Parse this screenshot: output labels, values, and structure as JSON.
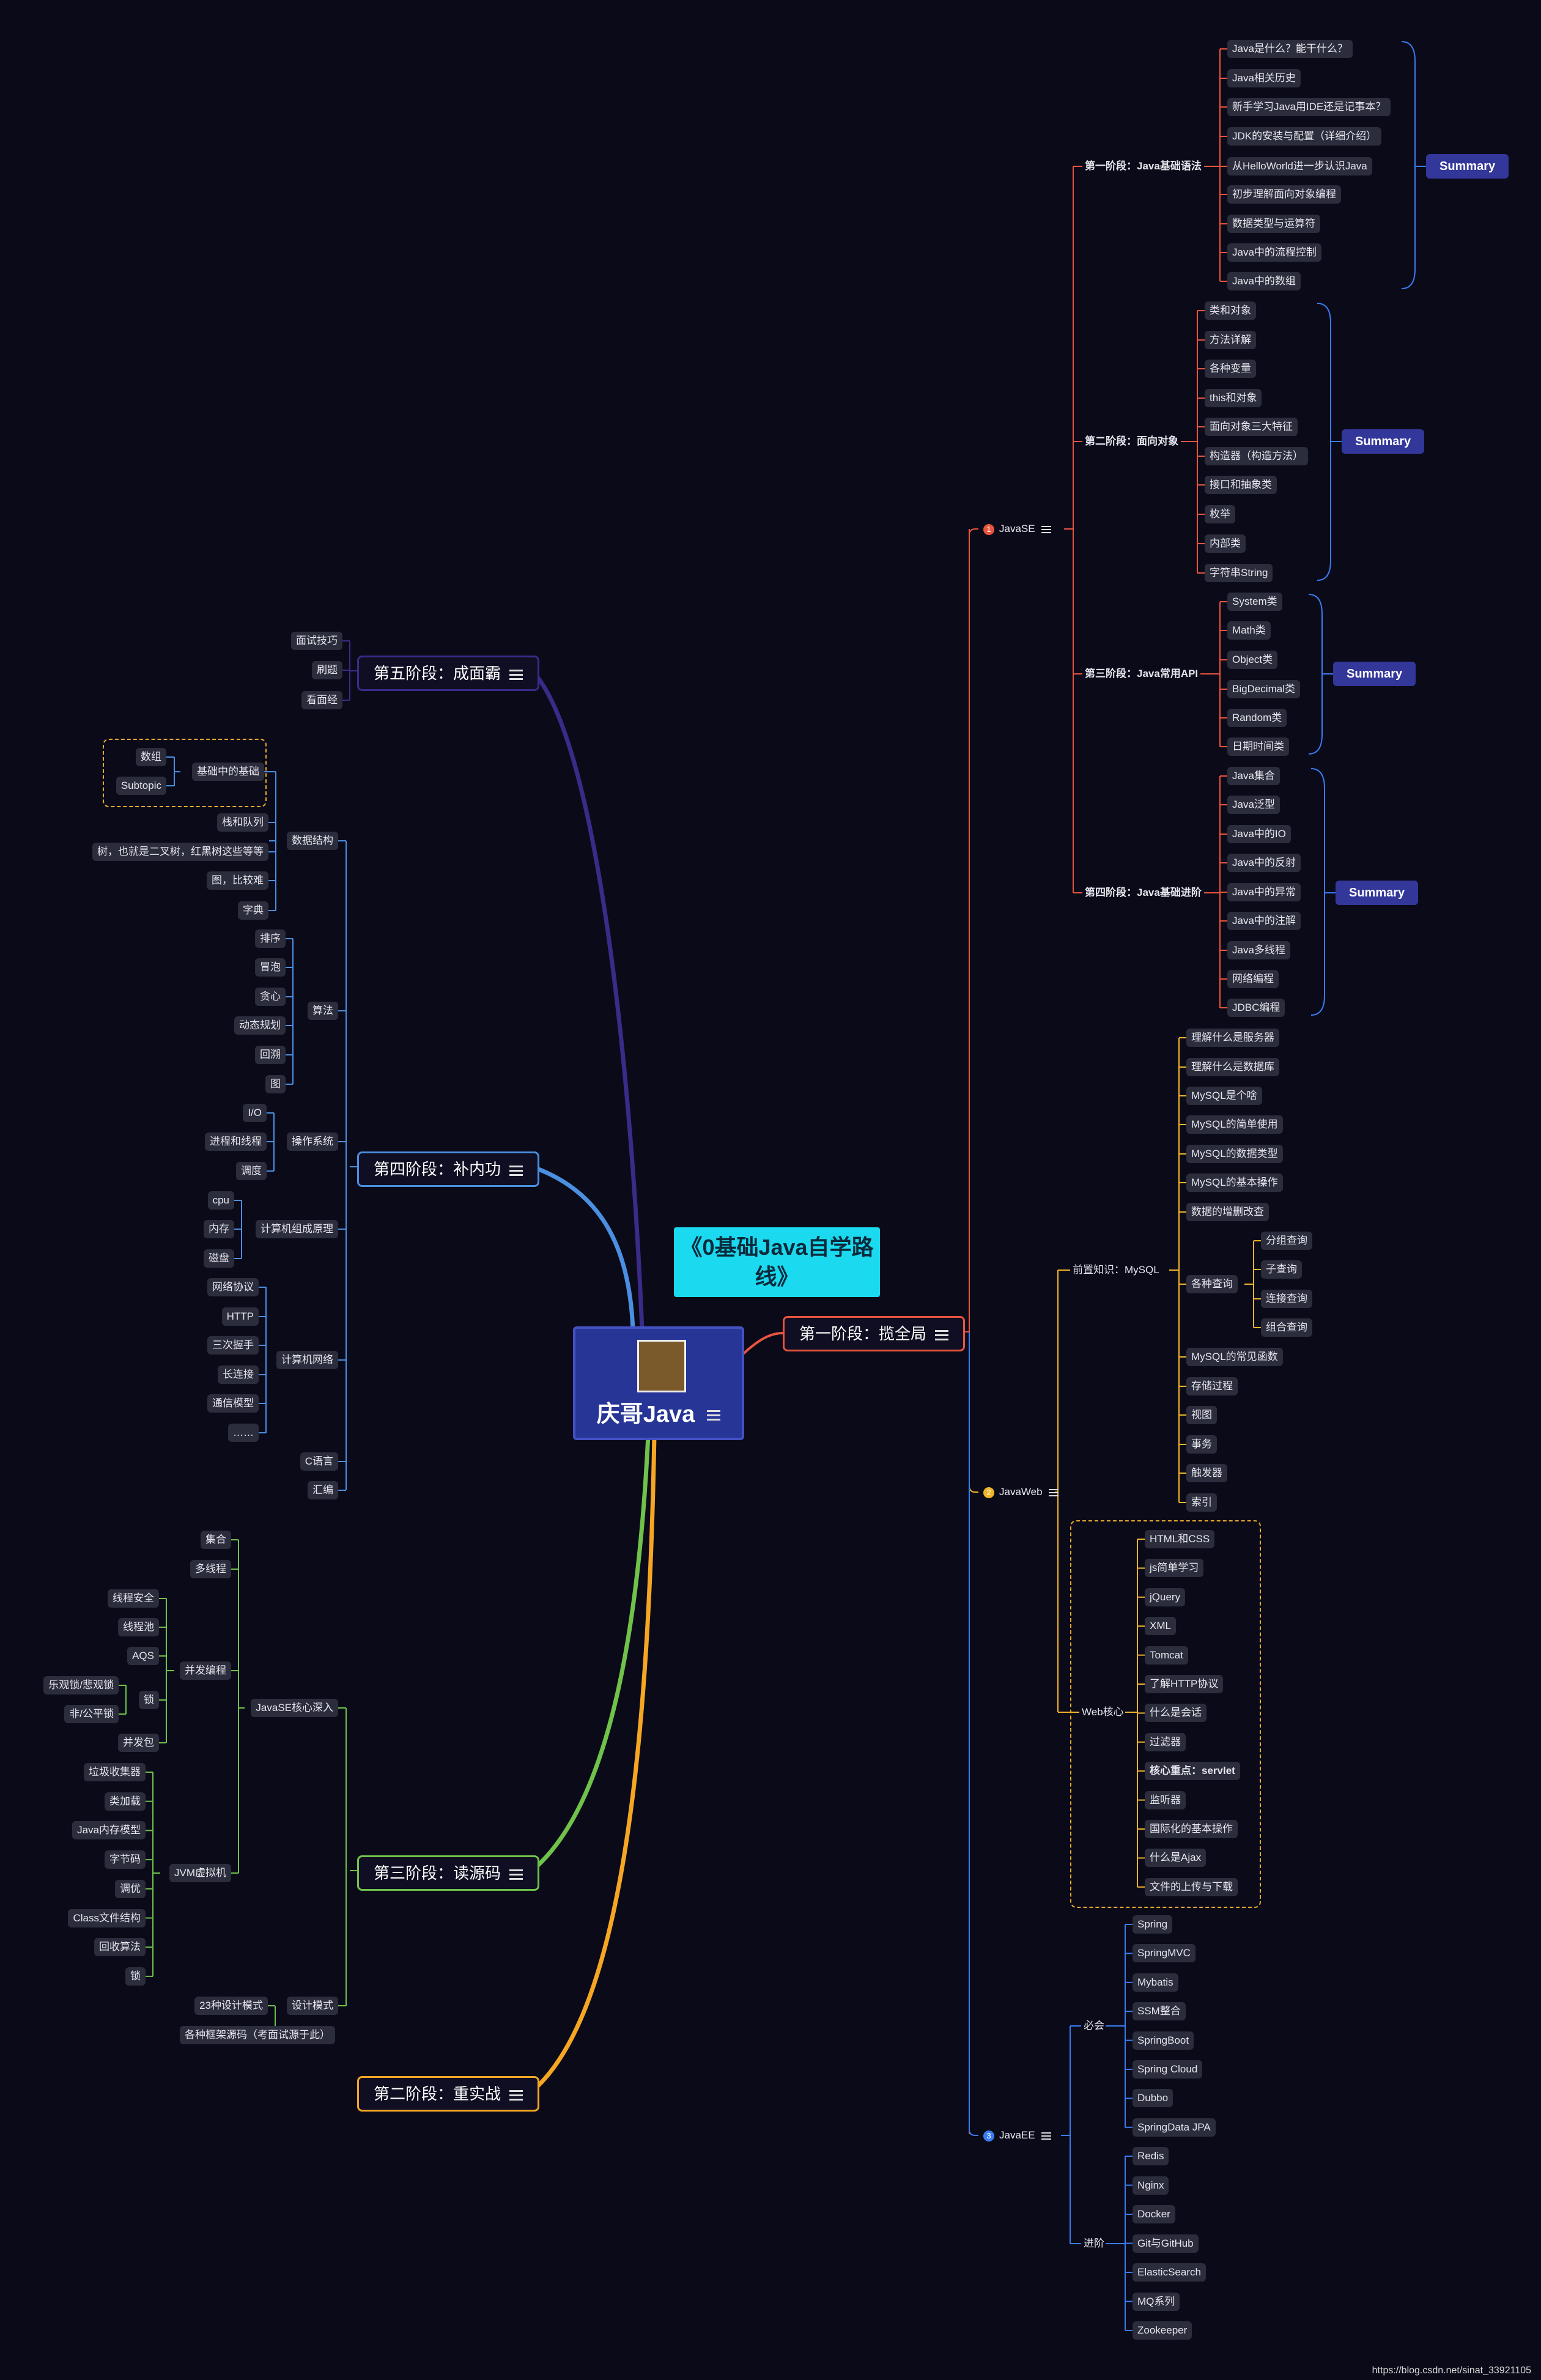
{
  "central": {
    "label": "庆哥Java"
  },
  "title": {
    "label": "《0基础Java自学路线》"
  },
  "stages": {
    "s1": "第一阶段：揽全局",
    "s2": "第二阶段：重实战",
    "s3": "第三阶段：读源码",
    "s4": "第四阶段：补内功",
    "s5": "第五阶段：成面霸"
  },
  "s5_items": [
    "面试技巧",
    "刷题",
    "看面经"
  ],
  "s4": {
    "ds": {
      "label": "数据结构",
      "basics": "基础中的基础",
      "arr": "数组",
      "sub": "Subtopic",
      "items": [
        "栈和队列",
        "树，也就是二叉树，红黑树这些等等",
        "图，比较难",
        "字典"
      ]
    },
    "algo": {
      "label": "算法",
      "items": [
        "排序",
        "冒泡",
        "贪心",
        "动态规划",
        "回溯",
        "图"
      ]
    },
    "os": {
      "label": "操作系统",
      "items": [
        "I/O",
        "进程和线程",
        "调度"
      ]
    },
    "comp": {
      "label": "计算机组成原理",
      "items": [
        "cpu",
        "内存",
        "磁盘"
      ]
    },
    "net": {
      "label": "计算机网络",
      "items": [
        "网络协议",
        "HTTP",
        "三次握手",
        "长连接",
        "通信模型",
        "……"
      ]
    },
    "c": "C语言",
    "asm": "汇编"
  },
  "s3": {
    "core": {
      "label": "JavaSE核心深入",
      "set": "集合",
      "mt": "多线程",
      "conc": "并发编程",
      "conc_items": [
        "线程安全",
        "线程池",
        "AQS",
        "锁",
        "并发包"
      ],
      "lock_items": [
        "乐观锁/悲观锁",
        "非/公平锁"
      ],
      "jvm": "JVM虚拟机",
      "jvm_items": [
        "垃圾收集器",
        "类加载",
        "Java内存模型",
        "字节码",
        "调优",
        "Class文件结构",
        "回收算法",
        "锁"
      ]
    },
    "dp": {
      "label": "设计模式",
      "items": [
        "23种设计模式",
        "各种框架源码（考面试源于此）"
      ]
    }
  },
  "s1": {
    "javase": {
      "label": "JavaSE",
      "num": "1",
      "p1": {
        "label": "第一阶段：Java基础语法",
        "items": [
          "Java是什么？能干什么？",
          "Java相关历史",
          "新手学习Java用IDE还是记事本？",
          "JDK的安装与配置（详细介绍）",
          "从HelloWorld进一步认识Java",
          "初步理解面向对象编程",
          "数据类型与运算符",
          "Java中的流程控制",
          "Java中的数组"
        ]
      },
      "p2": {
        "label": "第二阶段：面向对象",
        "items": [
          "类和对象",
          "方法详解",
          "各种变量",
          "this和对象",
          "面向对象三大特征",
          "构造器（构造方法）",
          "接口和抽象类",
          "枚举",
          "内部类",
          "字符串String"
        ]
      },
      "p3": {
        "label": "第三阶段：Java常用API",
        "items": [
          "System类",
          "Math类",
          "Object类",
          "BigDecimal类",
          "Random类",
          "日期时间类"
        ]
      },
      "p4": {
        "label": "第四阶段：Java基础进阶",
        "items": [
          "Java集合",
          "Java泛型",
          "Java中的IO",
          "Java中的反射",
          "Java中的异常",
          "Java中的注解",
          "Java多线程",
          "网络编程",
          "JDBC编程"
        ]
      },
      "summary": "Summary"
    },
    "javaweb": {
      "label": "JavaWeb",
      "num": "2",
      "mysql": {
        "label": "前置知识：MySQL",
        "items": [
          "理解什么是服务器",
          "理解什么是数据库",
          "MySQL是个啥",
          "MySQL的简单使用",
          "MySQL的数据类型",
          "MySQL的基本操作",
          "数据的增删改查"
        ],
        "q": "各种查询",
        "q_items": [
          "分组查询",
          "子查询",
          "连接查询",
          "组合查询"
        ],
        "rest": [
          "MySQL的常见函数",
          "存储过程",
          "视图",
          "事务",
          "触发器",
          "索引"
        ]
      },
      "web": {
        "label": "Web核心",
        "items": [
          "HTML和CSS",
          "js简单学习",
          "jQuery",
          "XML",
          "Tomcat",
          "了解HTTP协议",
          "什么是会话",
          "过滤器",
          "核心重点：servlet",
          "监听器",
          "国际化的基本操作",
          "什么是Ajax",
          "文件的上传与下载"
        ]
      }
    },
    "javaee": {
      "label": "JavaEE",
      "num": "3",
      "must": {
        "label": "必会",
        "items": [
          "Spring",
          "SpringMVC",
          "Mybatis",
          "SSM整合",
          "SpringBoot",
          "Spring Cloud",
          "Dubbo",
          "SpringData JPA"
        ]
      },
      "adv": {
        "label": "进阶",
        "items": [
          "Redis",
          "Nginx",
          "Docker",
          "Git与GitHub",
          "ElasticSearch",
          "MQ系列",
          "Zookeeper"
        ]
      }
    }
  },
  "footer": "https://blog.csdn.net/sinat_33921105",
  "colors": {
    "bg": "#0b0a19",
    "javase": "#e8553f",
    "javaweb": "#f0b429",
    "javaee": "#3a7cf0",
    "purple": "#3a2b88",
    "blue": "#4a8fe0",
    "green": "#6fc24a",
    "orange": "#f5a623",
    "summary": "#33379a",
    "title": "#1bd9ee"
  }
}
